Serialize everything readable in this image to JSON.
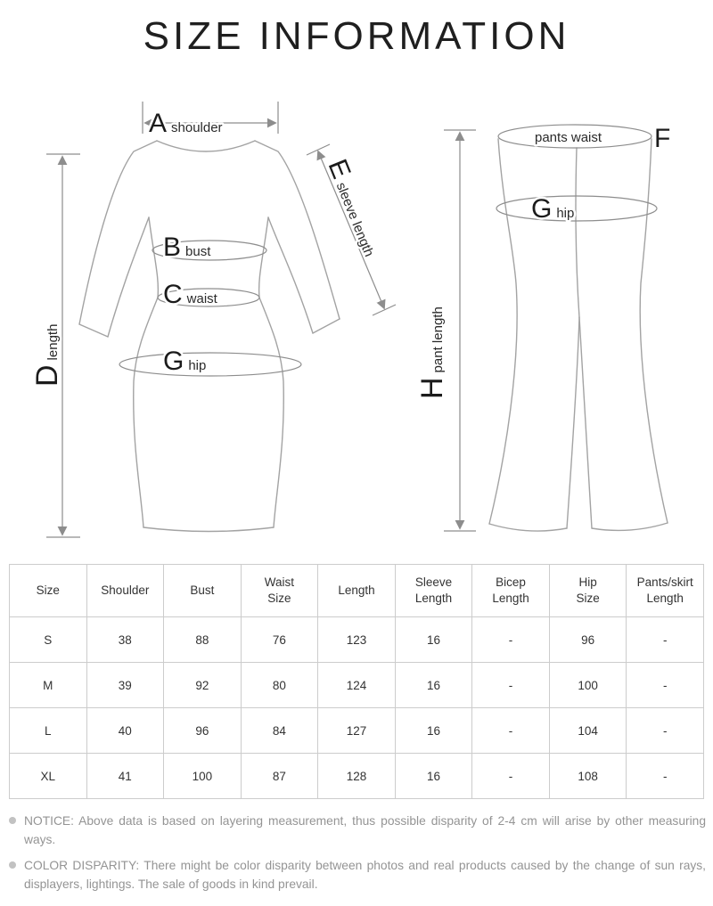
{
  "title": "SIZE INFORMATION",
  "diagram": {
    "dress": {
      "shoulder": {
        "letter": "A",
        "word": "shoulder"
      },
      "bust": {
        "letter": "B",
        "word": "bust"
      },
      "waist": {
        "letter": "C",
        "word": "waist"
      },
      "length": {
        "letter": "D",
        "word": "length"
      },
      "sleeve": {
        "letter": "E",
        "word": "sleeve length"
      },
      "hip": {
        "letter": "G",
        "word": "hip"
      }
    },
    "pants": {
      "waist_word": "pants waist",
      "waist_letter": "F",
      "hip": {
        "letter": "G",
        "word": "hip"
      },
      "length": {
        "letter": "H",
        "word": "pant length"
      }
    }
  },
  "size_table": {
    "headers": [
      "Size",
      "Shoulder",
      "Bust",
      "Waist\nSize",
      "Length",
      "Sleeve\nLength",
      "Bicep\nLength",
      "Hip\nSize",
      "Pants/skirt\nLength"
    ],
    "rows": [
      [
        "S",
        "38",
        "88",
        "76",
        "123",
        "16",
        "-",
        "96",
        "-"
      ],
      [
        "M",
        "39",
        "92",
        "80",
        "124",
        "16",
        "-",
        "100",
        "-"
      ],
      [
        "L",
        "40",
        "96",
        "84",
        "127",
        "16",
        "-",
        "104",
        "-"
      ],
      [
        "XL",
        "41",
        "100",
        "87",
        "128",
        "16",
        "-",
        "108",
        "-"
      ]
    ]
  },
  "notices": [
    "NOTICE: Above data is based on layering measurement, thus possible disparity of 2-4 cm will arise by other measuring ways.",
    "COLOR DISPARITY: There might be color disparity between photos and real products caused by the change of sun rays, displayers, lightings. The sale of goods in kind prevail."
  ]
}
